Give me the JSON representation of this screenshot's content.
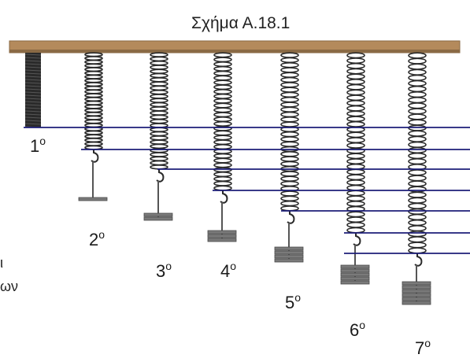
{
  "figure": {
    "title": "Σχήμα Α.18.1"
  },
  "springs": [
    {
      "label": "1",
      "sup": "o",
      "mass_discs": 0
    },
    {
      "label": "2",
      "sup": "o",
      "mass_discs": 1
    },
    {
      "label": "3",
      "sup": "o",
      "mass_discs": 2
    },
    {
      "label": "4",
      "sup": "o",
      "mass_discs": 3
    },
    {
      "label": "5",
      "sup": "o",
      "mass_discs": 4
    },
    {
      "label": "6",
      "sup": "o",
      "mass_discs": 5
    },
    {
      "label": "7",
      "sup": "o",
      "mass_discs": 6
    }
  ],
  "edge_text": {
    "line1": "ι",
    "line2": "ων"
  },
  "colors": {
    "beam": "#b48a5c",
    "beam_edge": "#8a6a44",
    "reference_line": "#1d1e78",
    "spring": "#2a2a2a",
    "mass": "#7a7a7a"
  }
}
